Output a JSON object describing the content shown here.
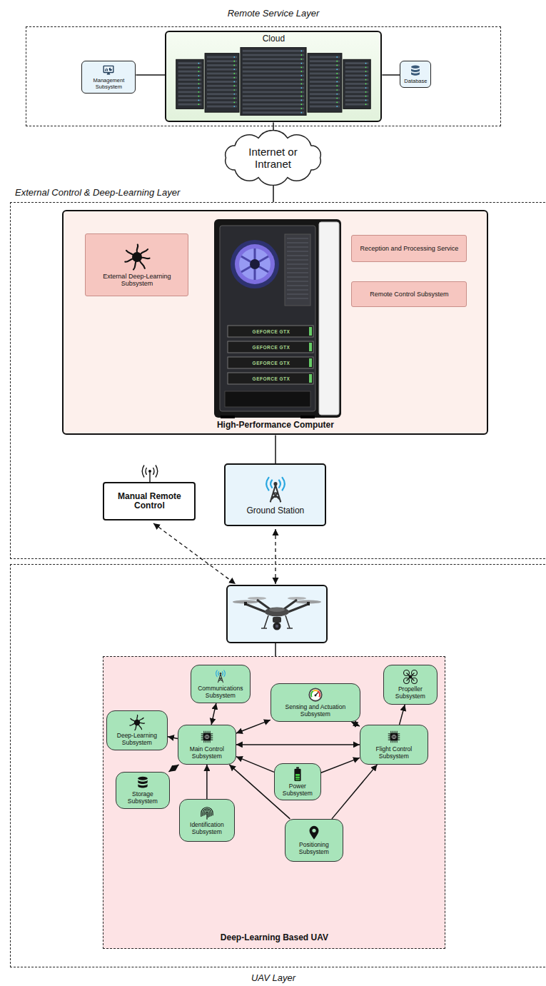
{
  "diagram": {
    "nodes": [
      {
        "text": [
          "Remote Service Layer"
        ]
      },
      {
        "text": [
          "Management Subsystem"
        ],
        "in": 0
      },
      {
        "text": [
          "Cloud"
        ],
        "in": 0
      },
      {
        "text": [
          "Database"
        ],
        "in": 0
      },
      {
        "text": [
          "Internet or Intranet"
        ]
      },
      {
        "text": [
          "External Control & Deep-Learning Layer"
        ]
      },
      {
        "text": [
          "High-Performance Computer"
        ],
        "in": 5
      },
      {
        "text": [
          "External Deep-Learning Subsystem"
        ],
        "in": 6
      },
      {
        "text": [
          "Reception and Processing Service"
        ],
        "in": 6
      },
      {
        "text": [
          "Remote Control Subsystem"
        ],
        "in": 6
      },
      {
        "text": [
          "Manual Remote Control"
        ],
        "in": 5
      },
      {
        "text": [
          "Ground Station"
        ],
        "in": 5
      },
      {
        "text": [
          "UAV Layer"
        ]
      },
      {
        "text": [
          "Deep-Learning Based UAV"
        ],
        "in": 12
      },
      {
        "text": [
          "Communications Subsystem"
        ],
        "in": 13
      },
      {
        "text": [
          "Sensing and Actuation Subsystem"
        ],
        "in": 13
      },
      {
        "text": [
          "Propeller Subsystem"
        ],
        "in": 13
      },
      {
        "text": [
          "Deep-Learning Subsystem"
        ],
        "in": 13
      },
      {
        "text": [
          "Main Control Subsystem"
        ],
        "in": 13
      },
      {
        "text": [
          "Flight Control Subsystem"
        ],
        "in": 13
      },
      {
        "text": [
          "Storage Subsystem"
        ],
        "in": 13
      },
      {
        "text": [
          "Power Subsystem"
        ],
        "in": 13
      },
      {
        "text": [
          "Identification Subsystem"
        ],
        "in": 13
      },
      {
        "text": [
          "Positioning Subsystem"
        ],
        "in": 13
      }
    ],
    "edges": [
      {
        "from": 1,
        "to": 2,
        "arrow": "none"
      },
      {
        "from": 2,
        "to": 3,
        "arrow": "none"
      },
      {
        "from": 2,
        "to": 4,
        "arrow": "none"
      },
      {
        "from": 4,
        "to": 5,
        "arrow": "none"
      },
      {
        "from": 6,
        "to": 11,
        "arrow": "none"
      },
      {
        "from": 18,
        "to": 17,
        "arrow": "to"
      },
      {
        "from": 14,
        "to": 18,
        "arrow": "both"
      },
      {
        "from": 18,
        "to": 15,
        "arrow": "both"
      },
      {
        "from": 15,
        "to": 19,
        "arrow": "both"
      },
      {
        "from": 19,
        "to": 16,
        "arrow": "to"
      },
      {
        "from": 18,
        "to": 20,
        "arrow": "both"
      },
      {
        "from": 18,
        "to": 19,
        "arrow": "both"
      },
      {
        "from": 22,
        "to": 18,
        "arrow": "to"
      },
      {
        "from": 21,
        "to": 18,
        "arrow": "to"
      },
      {
        "from": 21,
        "to": 19,
        "arrow": "to"
      },
      {
        "from": 23,
        "to": 18,
        "arrow": "to"
      },
      {
        "from": 23,
        "to": 19,
        "arrow": "to"
      }
    ],
    "labels": [
      "GEFORCE GTX",
      "GEFORCE GTX",
      "GEFORCE GTX",
      "GEFORCE GTX"
    ]
  }
}
